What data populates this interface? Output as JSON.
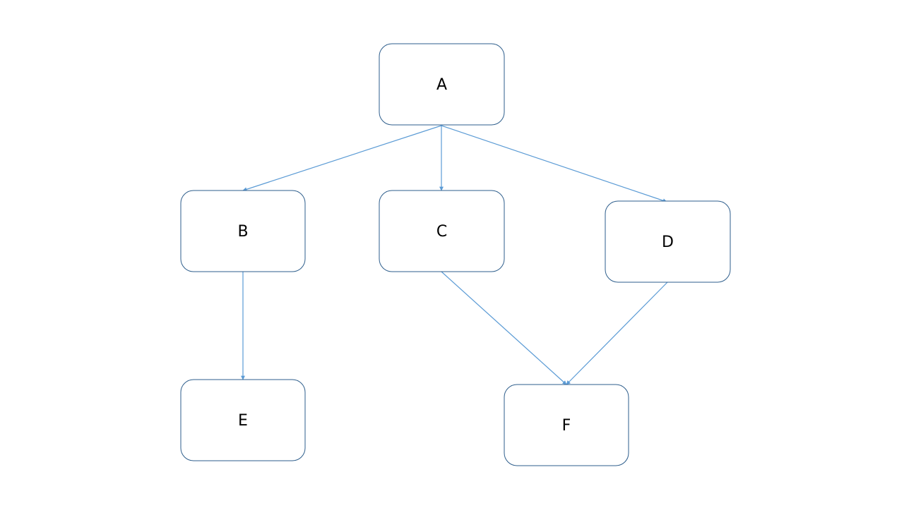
{
  "diagram": {
    "nodes": [
      {
        "id": "A",
        "label": "A"
      },
      {
        "id": "B",
        "label": "B"
      },
      {
        "id": "C",
        "label": "C"
      },
      {
        "id": "D",
        "label": "D"
      },
      {
        "id": "E",
        "label": "E"
      },
      {
        "id": "F",
        "label": "F"
      }
    ],
    "edges": [
      {
        "from": "A",
        "to": "B"
      },
      {
        "from": "A",
        "to": "C"
      },
      {
        "from": "A",
        "to": "D"
      },
      {
        "from": "B",
        "to": "E"
      },
      {
        "from": "C",
        "to": "F"
      },
      {
        "from": "D",
        "to": "F"
      }
    ]
  },
  "colors": {
    "node_border": "#2E5E8C",
    "edge": "#5B9BD5",
    "text": "#000000",
    "background": "#FFFFFF"
  }
}
